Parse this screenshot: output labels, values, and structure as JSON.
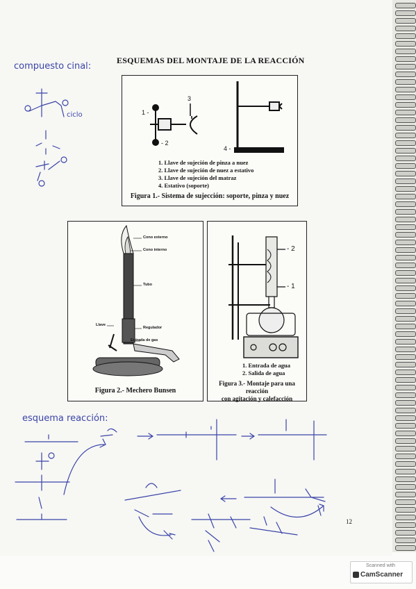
{
  "title": "ESQUEMAS DEL MONTAJE DE LA REACCIÓN",
  "handwritten": {
    "heading1": "compuesto cinal:",
    "heading2": "esquema reacción:",
    "ciclo": "ciclo"
  },
  "figure1": {
    "labels": {
      "l1": "1 -",
      "l2": "- 2",
      "l3": "3",
      "l4": "4 -"
    },
    "legend": [
      "1. Llave de sujeción de pinza a nuez",
      "2. Llave de sujeción de nuez a estativo",
      "3. Llave de sujeción del matraz",
      "4. Estativo (soporte)"
    ],
    "caption": "Figura 1.- Sistema de sujección: soporte, pinza y nuez"
  },
  "figure2": {
    "labels": {
      "cono_externo": "Cono externo",
      "cono_interno": "Cono interno",
      "tubo": "Tubo",
      "llave": "Llave",
      "regulador": "Regulador",
      "entrada_gas": "Entrada de gas"
    },
    "caption": "Figura 2.- Mechero Bunsen"
  },
  "figure3": {
    "labels": {
      "l1": "- 1",
      "l2": "- 2"
    },
    "legend": [
      "1. Entrada de agua",
      "2. Salida de agua"
    ],
    "caption_line1": "Figura 3.- Montaje para una reacción",
    "caption_line2": "con agitación y calefacción"
  },
  "page_number": "12",
  "scanner": {
    "line1": "Scanned with",
    "line2": "CamScanner"
  }
}
